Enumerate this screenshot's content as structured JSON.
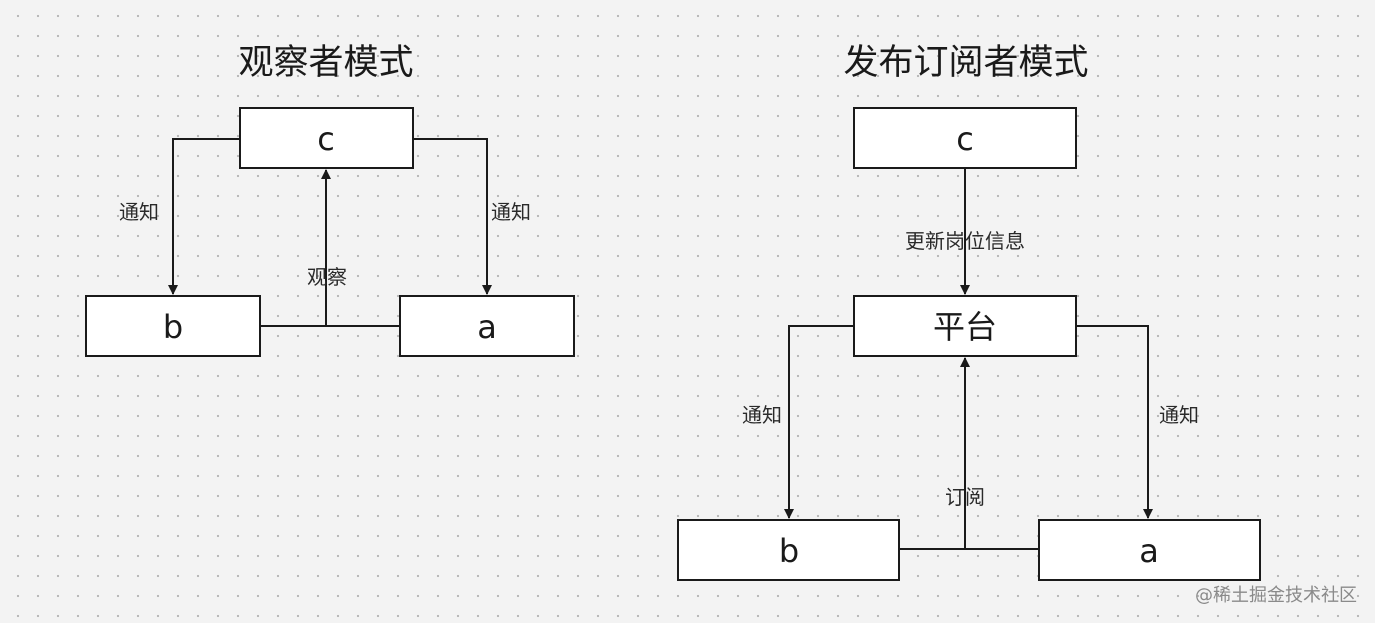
{
  "observer": {
    "title": "观察者模式",
    "nodes": {
      "c": "c",
      "b": "b",
      "a": "a"
    },
    "edges": {
      "notify_left": "通知",
      "notify_right": "通知",
      "observe": "观察"
    }
  },
  "pubsub": {
    "title": "发布订阅者模式",
    "nodes": {
      "c": "c",
      "platform": "平台",
      "b": "b",
      "a": "a"
    },
    "edges": {
      "update": "更新岗位信息",
      "notify_left": "通知",
      "notify_right": "通知",
      "subscribe": "订阅"
    }
  },
  "watermark": "@稀土掘金技术社区",
  "colors": {
    "background": "#f3f3f3",
    "box_fill": "#ffffff",
    "stroke": "#1a1a1a"
  }
}
